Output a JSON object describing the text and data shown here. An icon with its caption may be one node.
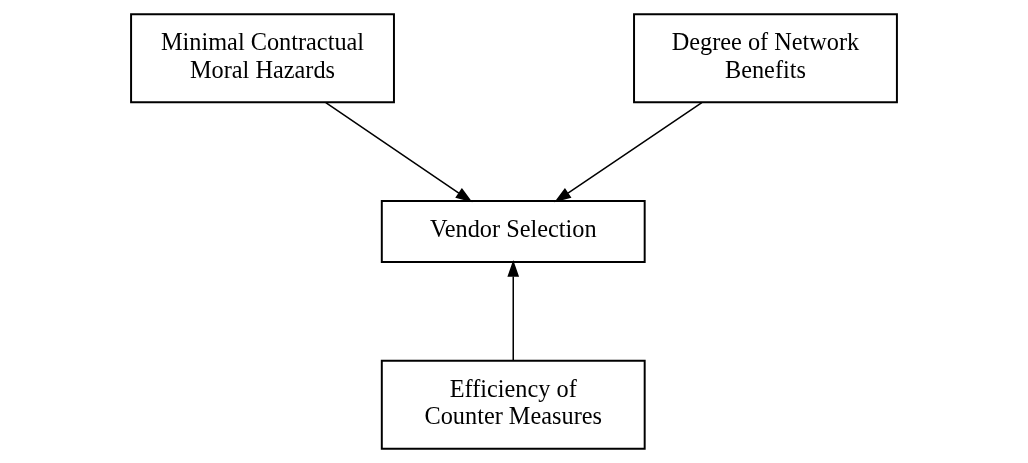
{
  "diagram": {
    "nodes": [
      {
        "text": [
          "Minimal Contractual Moral Hazards"
        ]
      },
      {
        "text": [
          "Degree of Network Benefits"
        ]
      },
      {
        "text": [
          "Vendor Selection"
        ]
      },
      {
        "text": [
          "Efficiency of Counter Measures"
        ]
      }
    ],
    "edges": [
      {
        "from": 0,
        "to": 2,
        "arrow": "to"
      },
      {
        "from": 1,
        "to": 2,
        "arrow": "to"
      },
      {
        "from": 3,
        "to": 2,
        "arrow": "to"
      }
    ]
  }
}
